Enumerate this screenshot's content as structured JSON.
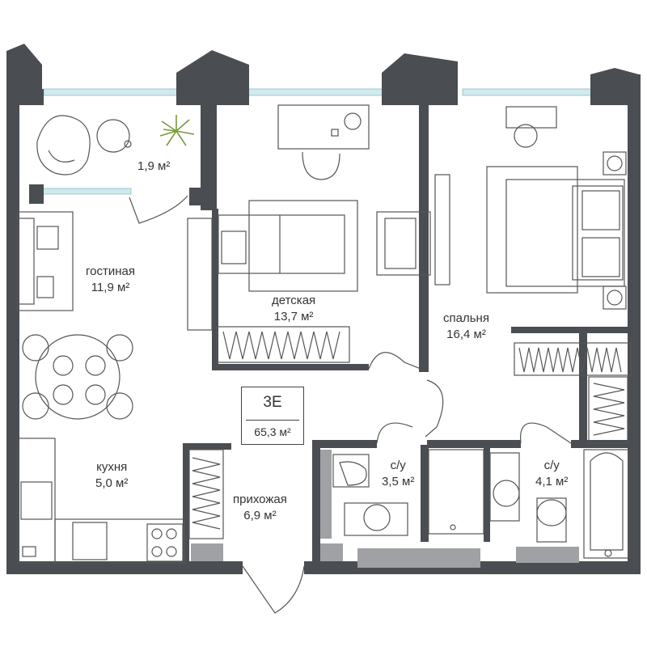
{
  "apartment": {
    "code": "3E",
    "total_area": "65,3 м²"
  },
  "rooms": [
    {
      "id": "balcony",
      "name": "",
      "area": "1,9 м²"
    },
    {
      "id": "living",
      "name": "гостиная",
      "area": "11,9 м²"
    },
    {
      "id": "kids",
      "name": "детская",
      "area": "13,7 м²"
    },
    {
      "id": "bedroom",
      "name": "спальня",
      "area": "16,4 м²"
    },
    {
      "id": "kitchen",
      "name": "кухня",
      "area": "5,0 м²"
    },
    {
      "id": "hallway",
      "name": "прихожая",
      "area": "6,9 м²"
    },
    {
      "id": "bath1",
      "name": "с/у",
      "area": "3,5 м²"
    },
    {
      "id": "bath2",
      "name": "с/у",
      "area": "4,1 м²"
    }
  ],
  "colors": {
    "wall": "#4a4d52",
    "window": "#c9e6ea",
    "furniture_line": "#555555",
    "plant": "#7a9a3a",
    "shaft": "#9fa1a4"
  }
}
